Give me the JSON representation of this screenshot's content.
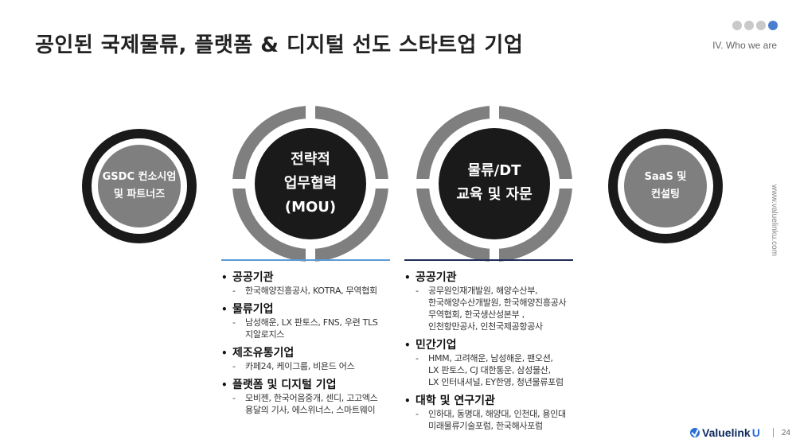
{
  "slide": {
    "title": "공인된 국제물류, 플랫폼 & 디지털 선도 스타트업 기업",
    "section": "IV.  Who we are",
    "side_url": "www.valuelinku.com",
    "page_number": "24",
    "logo": {
      "text": "Valuelink",
      "accent": "U"
    }
  },
  "nav_dots": [
    false,
    false,
    false,
    true
  ],
  "circles": [
    {
      "lines": [
        "GSDC 컨소시엄",
        "및 파트너즈"
      ]
    },
    {
      "lines": [
        "전략적",
        "업무협력",
        "(MOU)"
      ]
    },
    {
      "lines": [
        "물류/DT",
        "교육 및 자문"
      ]
    },
    {
      "lines": [
        "SaaS 및",
        "컨설팅"
      ]
    }
  ],
  "left_list": [
    {
      "head": "공공기관",
      "items": [
        [
          "한국해양진흥공사, KOTRA, 무역협회"
        ]
      ]
    },
    {
      "head": "물류기업",
      "items": [
        [
          "남성해운, LX 판토스, FNS, 우련 TLS",
          "지알로지스"
        ]
      ]
    },
    {
      "head": "제조유통기업",
      "items": [
        [
          "카페24, 케이그룹, 비욘드 어스"
        ]
      ]
    },
    {
      "head": "플랫폼 및 디지털 기업",
      "items": [
        [
          "모비젠, 한국어음중개, 센디, 고고엑스",
          "용달의 기사,  에스위너스, 스마트웨이"
        ]
      ]
    }
  ],
  "right_list": [
    {
      "head": "공공기관",
      "items": [
        [
          "공무원인재개발원, 해양수산부,",
          "한국해양수산개발원, 한국해양진흥공사",
          "무역협회, 한국생산성본부 ,",
          "인천항만공사, 인천국제공항공사"
        ]
      ]
    },
    {
      "head": "민간기업",
      "items": [
        [
          "HMM, 고려해운, 남성해운, 팬오션,",
          "LX 판토스, CJ 대한통운, 삼성물산,",
          "LX 인터내셔널, EY한영, 청년물류포럼"
        ]
      ]
    },
    {
      "head": "대학 및 연구기관",
      "items": [
        [
          "인하대, 동명대, 해양대, 인천대, 용인대",
          "미래물류기술포럼, 한국해사포럼"
        ]
      ]
    }
  ],
  "colors": {
    "ring_gray": "#7f7f7f",
    "ring_dark": "#1a1a1a",
    "accent_blue": "#5b9bd5",
    "accent_navy": "#1f2d5a",
    "nav_active": "#4a7fcf"
  }
}
